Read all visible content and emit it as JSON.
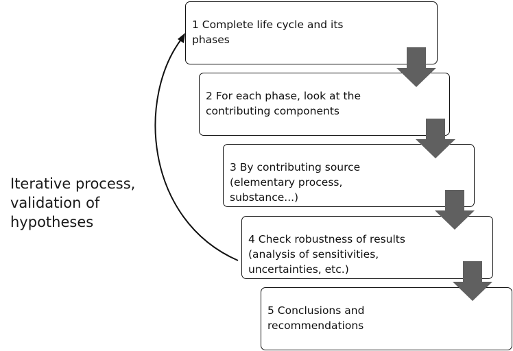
{
  "side_label": "Iterative process,\nvalidation of\nhypotheses",
  "steps": [
    {
      "text": "1 Complete life cycle and its\nphases"
    },
    {
      "text": "2 For each phase, look at the\ncontributing components"
    },
    {
      "text": "3 By contributing source\n(elementary process,\nsubstance...)"
    },
    {
      "text": "4 Check robustness of results\n(analysis of sensitivities,\nuncertainties, etc.)"
    },
    {
      "text": "5 Conclusions and\nrecommendations"
    }
  ],
  "colors": {
    "arrow_fill": "#606060",
    "box_border": "#111111",
    "loop_arrow": "#111111"
  }
}
